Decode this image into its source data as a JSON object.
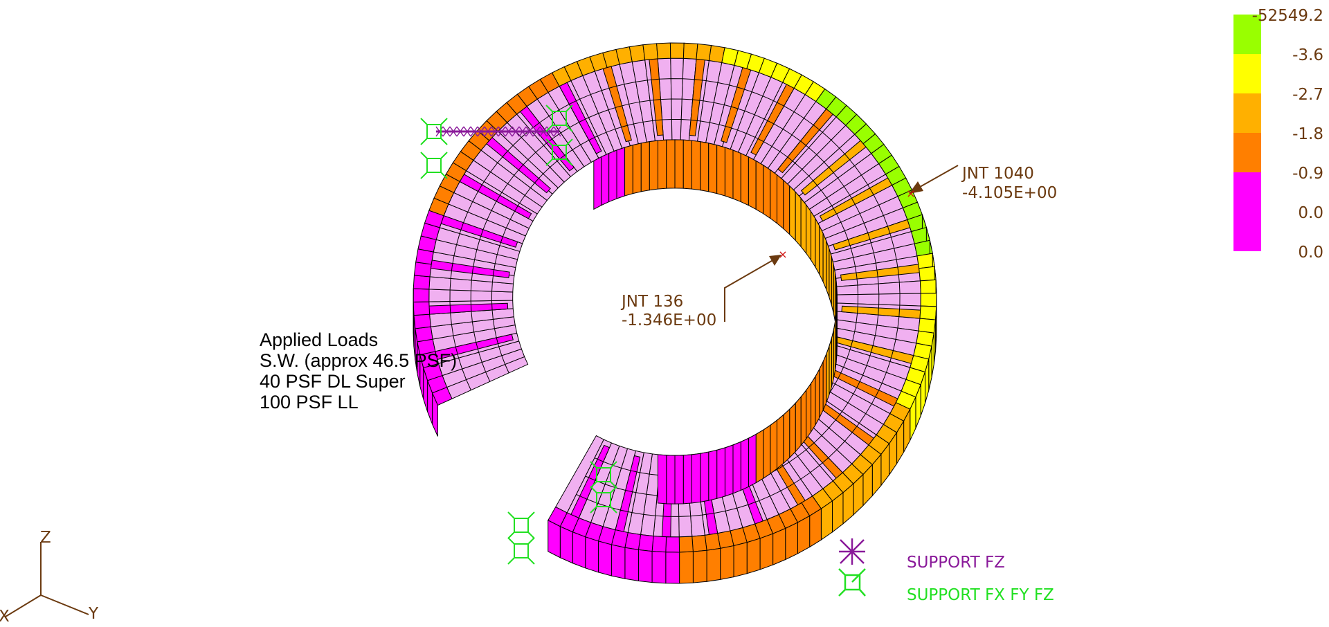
{
  "colors": {
    "green": "#99ff00",
    "yellow": "#ffff00",
    "light_orange": "#ffb000",
    "orange": "#ff7f00",
    "magenta": "#ff00ff",
    "tread": "#f0b0f0",
    "annotation": "#6b3a10",
    "support_fz": "#8a1a9a",
    "support_fxfyfz": "#22e022"
  },
  "legend": {
    "values": [
      "-52549.2",
      "-3.6",
      "-2.7",
      "-1.8",
      "-0.9",
      "0.0",
      "0.0"
    ],
    "bands": [
      "#99ff00",
      "#ffff00",
      "#ffb000",
      "#ff7f00",
      "#ff00ff",
      "#ff00ff"
    ]
  },
  "annotations": {
    "jnt1040": {
      "label": "JNT 1040",
      "value": "-4.105E+00"
    },
    "jnt136": {
      "label": "JNT 136",
      "value": "-1.346E+00"
    }
  },
  "applied_loads": [
    "Applied Loads",
    "S.W. (approx 46.5 PSF)",
    "40 PSF DL Super",
    "100 PSF LL"
  ],
  "support_legend": {
    "fz": "SUPPORT FZ",
    "fxfyfz": "SUPPORT FX FY FZ"
  },
  "axes": {
    "x": "X",
    "y": "Y",
    "z": "Z"
  }
}
